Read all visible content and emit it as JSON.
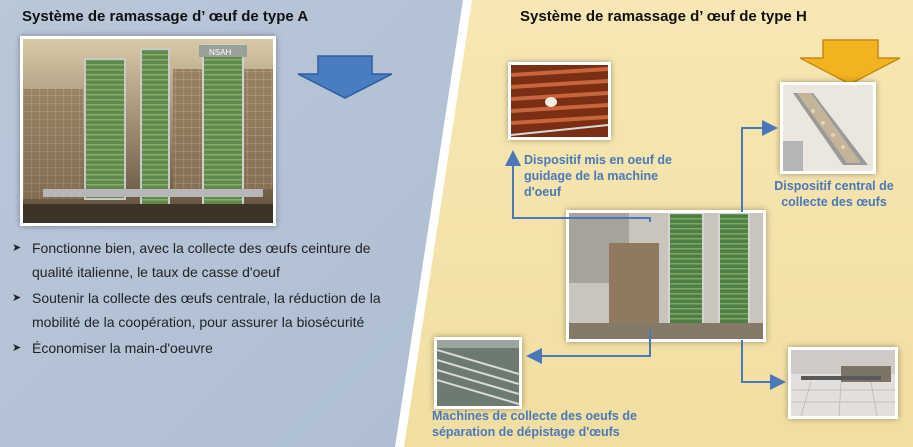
{
  "left": {
    "title": "Système de ramassage d’ œuf de type A",
    "bullets": [
      "Fonctionne bien, avec la collecte des œufs ceinture de qualité italienne, le taux de casse d'oeuf",
      "Soutenir la collecte des œufs centrale, la réduction de la mobilité de la coopération, pour assurer la biosécurité",
      "Économiser la main-d'oeuvre"
    ],
    "arrow_color": "#4a7cc0",
    "photo_label": "NSAH"
  },
  "right": {
    "title": "Système de ramassage d’ œuf de type H",
    "arrow_color": "#f2b320",
    "captions": {
      "guide": "Dispositif mis en oeuf de guidage de la machine d'oeuf",
      "central": "Dispositif central de collecte des œufs",
      "separation": "Machines de collecte des oeufs de séparation de dépistage d'œufs"
    },
    "connector_color": "#4a78b8"
  },
  "colors": {
    "left_bg": "#b9c7d9",
    "right_bg": "#f6e7b4",
    "caption_text": "#4a78b8"
  }
}
